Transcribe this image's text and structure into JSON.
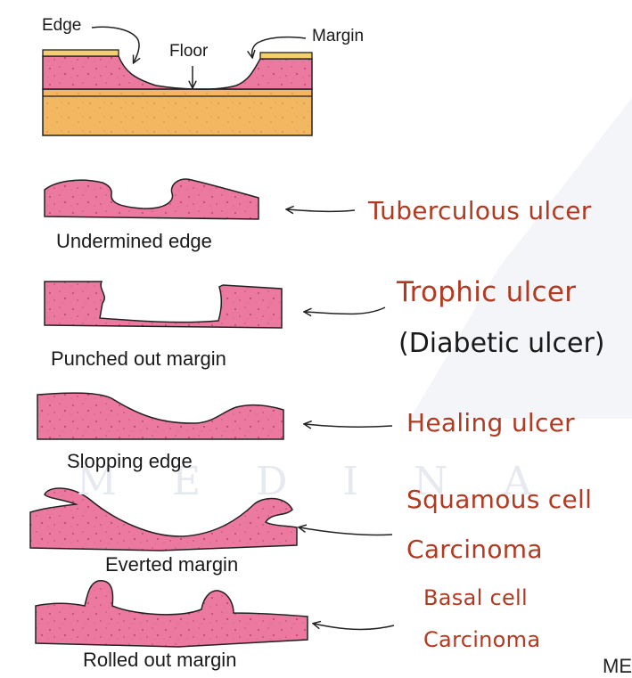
{
  "top_diagram": {
    "edge_label": "Edge",
    "floor_label": "Floor",
    "margin_label": "Margin"
  },
  "ulcers": [
    {
      "shape_label": "Undermined edge",
      "description": "Tuberculous ulcer",
      "description_line2": ""
    },
    {
      "shape_label": "Punched out margin",
      "description": "Trophic ulcer",
      "description_line2": "(Diabetic ulcer)"
    },
    {
      "shape_label": "Slopping edge",
      "description": "Healing ulcer",
      "description_line2": ""
    },
    {
      "shape_label": "Everted margin",
      "description": "Squamous cell",
      "description_line2": "Carcinoma"
    },
    {
      "shape_label": "Rolled out margin",
      "description": "Basal cell",
      "description_line2": "Carcinoma"
    }
  ],
  "watermark": {
    "text": "MEDINA",
    "corner_text": "ME"
  },
  "colors": {
    "tissue_pink": "#ec7aa0",
    "tissue_speckle": "#c44f78",
    "yellow_layer": "#f4d06a",
    "base_orange": "#f2b760",
    "outline": "#222222",
    "description_red": "#b03a22"
  }
}
